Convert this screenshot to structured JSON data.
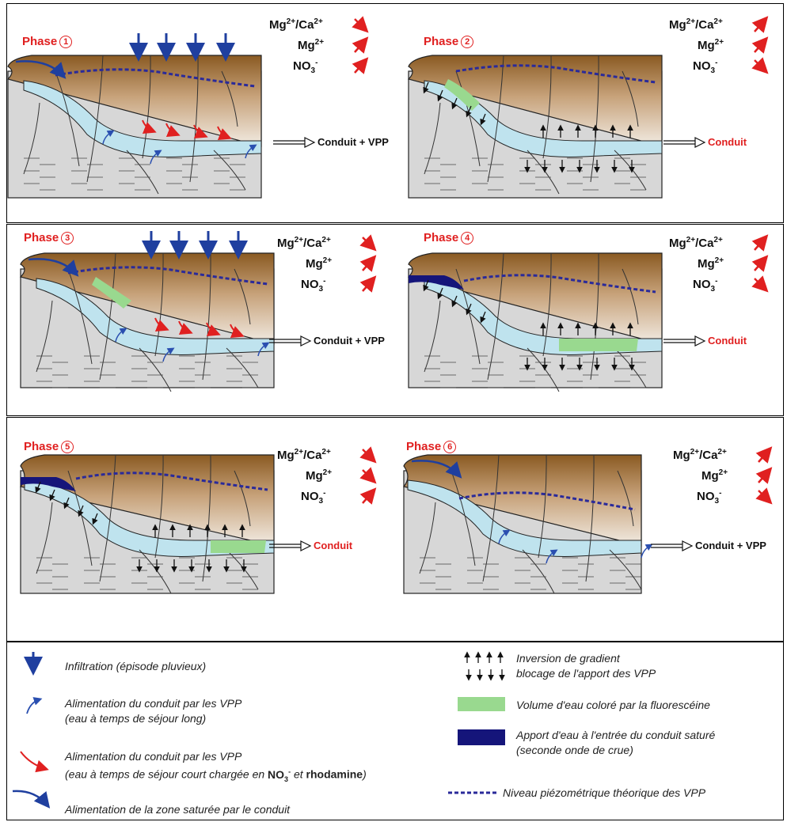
{
  "phases": [
    {
      "label": "Phase",
      "num": "1",
      "ratio": "Mg",
      "ratio_sup1": "2+",
      "ratio_mid": "/Ca",
      "ratio_sup2": "2+",
      "mg": "Mg",
      "mg_sup": "2+",
      "no3": "NO",
      "no3_sub": "3",
      "no3_sup": "-",
      "outlet": "Conduit + VPP",
      "outlet_color": "#111111",
      "trend_ratio": "down",
      "trend_mg": "up",
      "trend_no3": "up"
    },
    {
      "label": "Phase",
      "num": "2",
      "ratio": "Mg",
      "ratio_sup1": "2+",
      "ratio_mid": "/Ca",
      "ratio_sup2": "2+",
      "mg": "Mg",
      "mg_sup": "2+",
      "no3": "NO",
      "no3_sub": "3",
      "no3_sup": "-",
      "outlet": "Conduit",
      "outlet_color": "#e02020",
      "trend_ratio": "up",
      "trend_mg": "up",
      "trend_no3": "down"
    },
    {
      "label": "Phase",
      "num": "3",
      "ratio": "Mg",
      "ratio_sup1": "2+",
      "ratio_mid": "/Ca",
      "ratio_sup2": "2+",
      "mg": "Mg",
      "mg_sup": "2+",
      "no3": "NO",
      "no3_sub": "3",
      "no3_sup": "-",
      "outlet": "Conduit + VPP",
      "outlet_color": "#111111",
      "trend_ratio": "down",
      "trend_mg": "up",
      "trend_no3": "up"
    },
    {
      "label": "Phase",
      "num": "4",
      "ratio": "Mg",
      "ratio_sup1": "2+",
      "ratio_mid": "/Ca",
      "ratio_sup2": "2+",
      "mg": "Mg",
      "mg_sup": "2+",
      "no3": "NO",
      "no3_sub": "3",
      "no3_sup": "-",
      "outlet": "Conduit",
      "outlet_color": "#e02020",
      "trend_ratio": "up",
      "trend_mg": "up",
      "trend_no3": "down"
    },
    {
      "label": "Phase",
      "num": "5",
      "ratio": "Mg",
      "ratio_sup1": "2+",
      "ratio_mid": "/Ca",
      "ratio_sup2": "2+",
      "mg": "Mg",
      "mg_sup": "2+",
      "no3": "NO",
      "no3_sub": "3",
      "no3_sup": "-",
      "outlet": "Conduit",
      "outlet_color": "#e02020",
      "trend_ratio": "down",
      "trend_mg": "down",
      "trend_no3": "up"
    },
    {
      "label": "Phase",
      "num": "6",
      "ratio": "Mg",
      "ratio_sup1": "2+",
      "ratio_mid": "/Ca",
      "ratio_sup2": "2+",
      "mg": "Mg",
      "mg_sup": "2+",
      "no3": "NO",
      "no3_sub": "3",
      "no3_sup": "-",
      "outlet": "Conduit + VPP",
      "outlet_color": "#111111",
      "trend_ratio": "up",
      "trend_mg": "up",
      "trend_no3": "down"
    }
  ],
  "legend": {
    "infiltration": "Infiltration (épisode pluvieux)",
    "alim_long_1": "Alimentation du conduit par les VPP",
    "alim_long_2": "(eau à temps de séjour long)",
    "alim_court_1": "Alimentation du conduit par les VPP",
    "alim_court_2a": "(eau à temps de séjour court chargée en ",
    "alim_court_no3": "NO",
    "alim_court_no3_sub": "3",
    "alim_court_no3_sup": "-",
    "alim_court_2b": " et ",
    "alim_court_rhodamine": "rhodamine",
    "alim_court_2c": ")",
    "alim_sat": "Alimentation de la zone saturée par le conduit",
    "inversion_1": "Inversion de gradient",
    "inversion_2": "blocage de l'apport des VPP",
    "fluoresceine": "Volume d'eau coloré par la fluorescéine",
    "apport_1": "Apport d'eau à l'entrée du conduit saturé",
    "apport_2": "(seconde onde de crue)",
    "niveau": "Niveau piézométrique théorique des VPP"
  },
  "colors": {
    "soil_top": "#8a5a22",
    "soil_bottom": "#f2ece4",
    "rock": "#d7d7d7",
    "conduit_water": "#bfe3ee",
    "fluorescein": "#99d98f",
    "second_wave": "#15157a",
    "infiltration_arrow": "#1f3f9f",
    "red_arrow": "#e02020",
    "piezo_line": "#2a2a9a"
  }
}
